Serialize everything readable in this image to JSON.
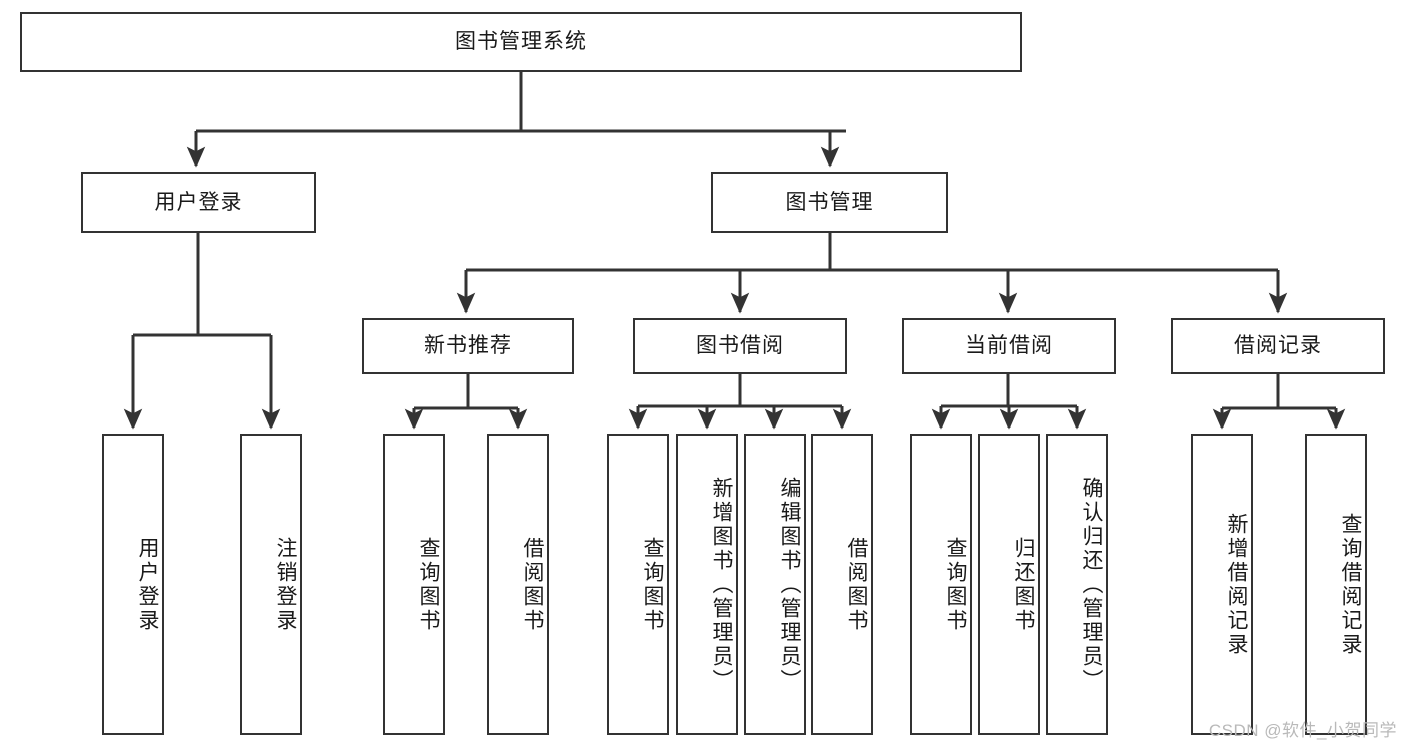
{
  "diagram": {
    "type": "hierarchy-tree",
    "title": "图书管理系统",
    "watermark": "CSDN @软件_小贺同学",
    "colors": {
      "box_border": "#333333",
      "box_fill": "#ffffff",
      "connector": "#333333",
      "text": "#1a1a1a",
      "watermark": "#b9b9b9"
    },
    "root": {
      "id": "root",
      "label": "图书管理系统"
    },
    "level2": [
      {
        "id": "user-login",
        "label": "用户登录"
      },
      {
        "id": "book-manage",
        "label": "图书管理"
      }
    ],
    "level3": [
      {
        "id": "new-book-recommend",
        "label": "新书推荐",
        "parent": "book-manage"
      },
      {
        "id": "book-borrow",
        "label": "图书借阅",
        "parent": "book-manage"
      },
      {
        "id": "current-borrow",
        "label": "当前借阅",
        "parent": "book-manage"
      },
      {
        "id": "borrow-record",
        "label": "借阅记录",
        "parent": "book-manage"
      }
    ],
    "leaves": [
      {
        "id": "leaf-user-login",
        "label": "用户登录",
        "parent": "user-login"
      },
      {
        "id": "leaf-logout",
        "label": "注销登录",
        "parent": "user-login"
      },
      {
        "id": "leaf-query-book-1",
        "label": "查询图书",
        "parent": "new-book-recommend"
      },
      {
        "id": "leaf-borrow-book-1",
        "label": "借阅图书",
        "parent": "new-book-recommend"
      },
      {
        "id": "leaf-query-book-2",
        "label": "查询图书",
        "parent": "book-borrow"
      },
      {
        "id": "leaf-add-book",
        "label": "新增图书（管理员）",
        "parent": "book-borrow"
      },
      {
        "id": "leaf-edit-book",
        "label": "编辑图书（管理员）",
        "parent": "book-borrow"
      },
      {
        "id": "leaf-borrow-book-2",
        "label": "借阅图书",
        "parent": "book-borrow"
      },
      {
        "id": "leaf-query-book-3",
        "label": "查询图书",
        "parent": "current-borrow"
      },
      {
        "id": "leaf-return-book",
        "label": "归还图书",
        "parent": "current-borrow"
      },
      {
        "id": "leaf-confirm-return",
        "label": "确认归还（管理员）",
        "parent": "current-borrow"
      },
      {
        "id": "leaf-add-record",
        "label": "新增借阅记录",
        "parent": "borrow-record"
      },
      {
        "id": "leaf-query-record",
        "label": "查询借阅记录",
        "parent": "borrow-record"
      }
    ]
  }
}
